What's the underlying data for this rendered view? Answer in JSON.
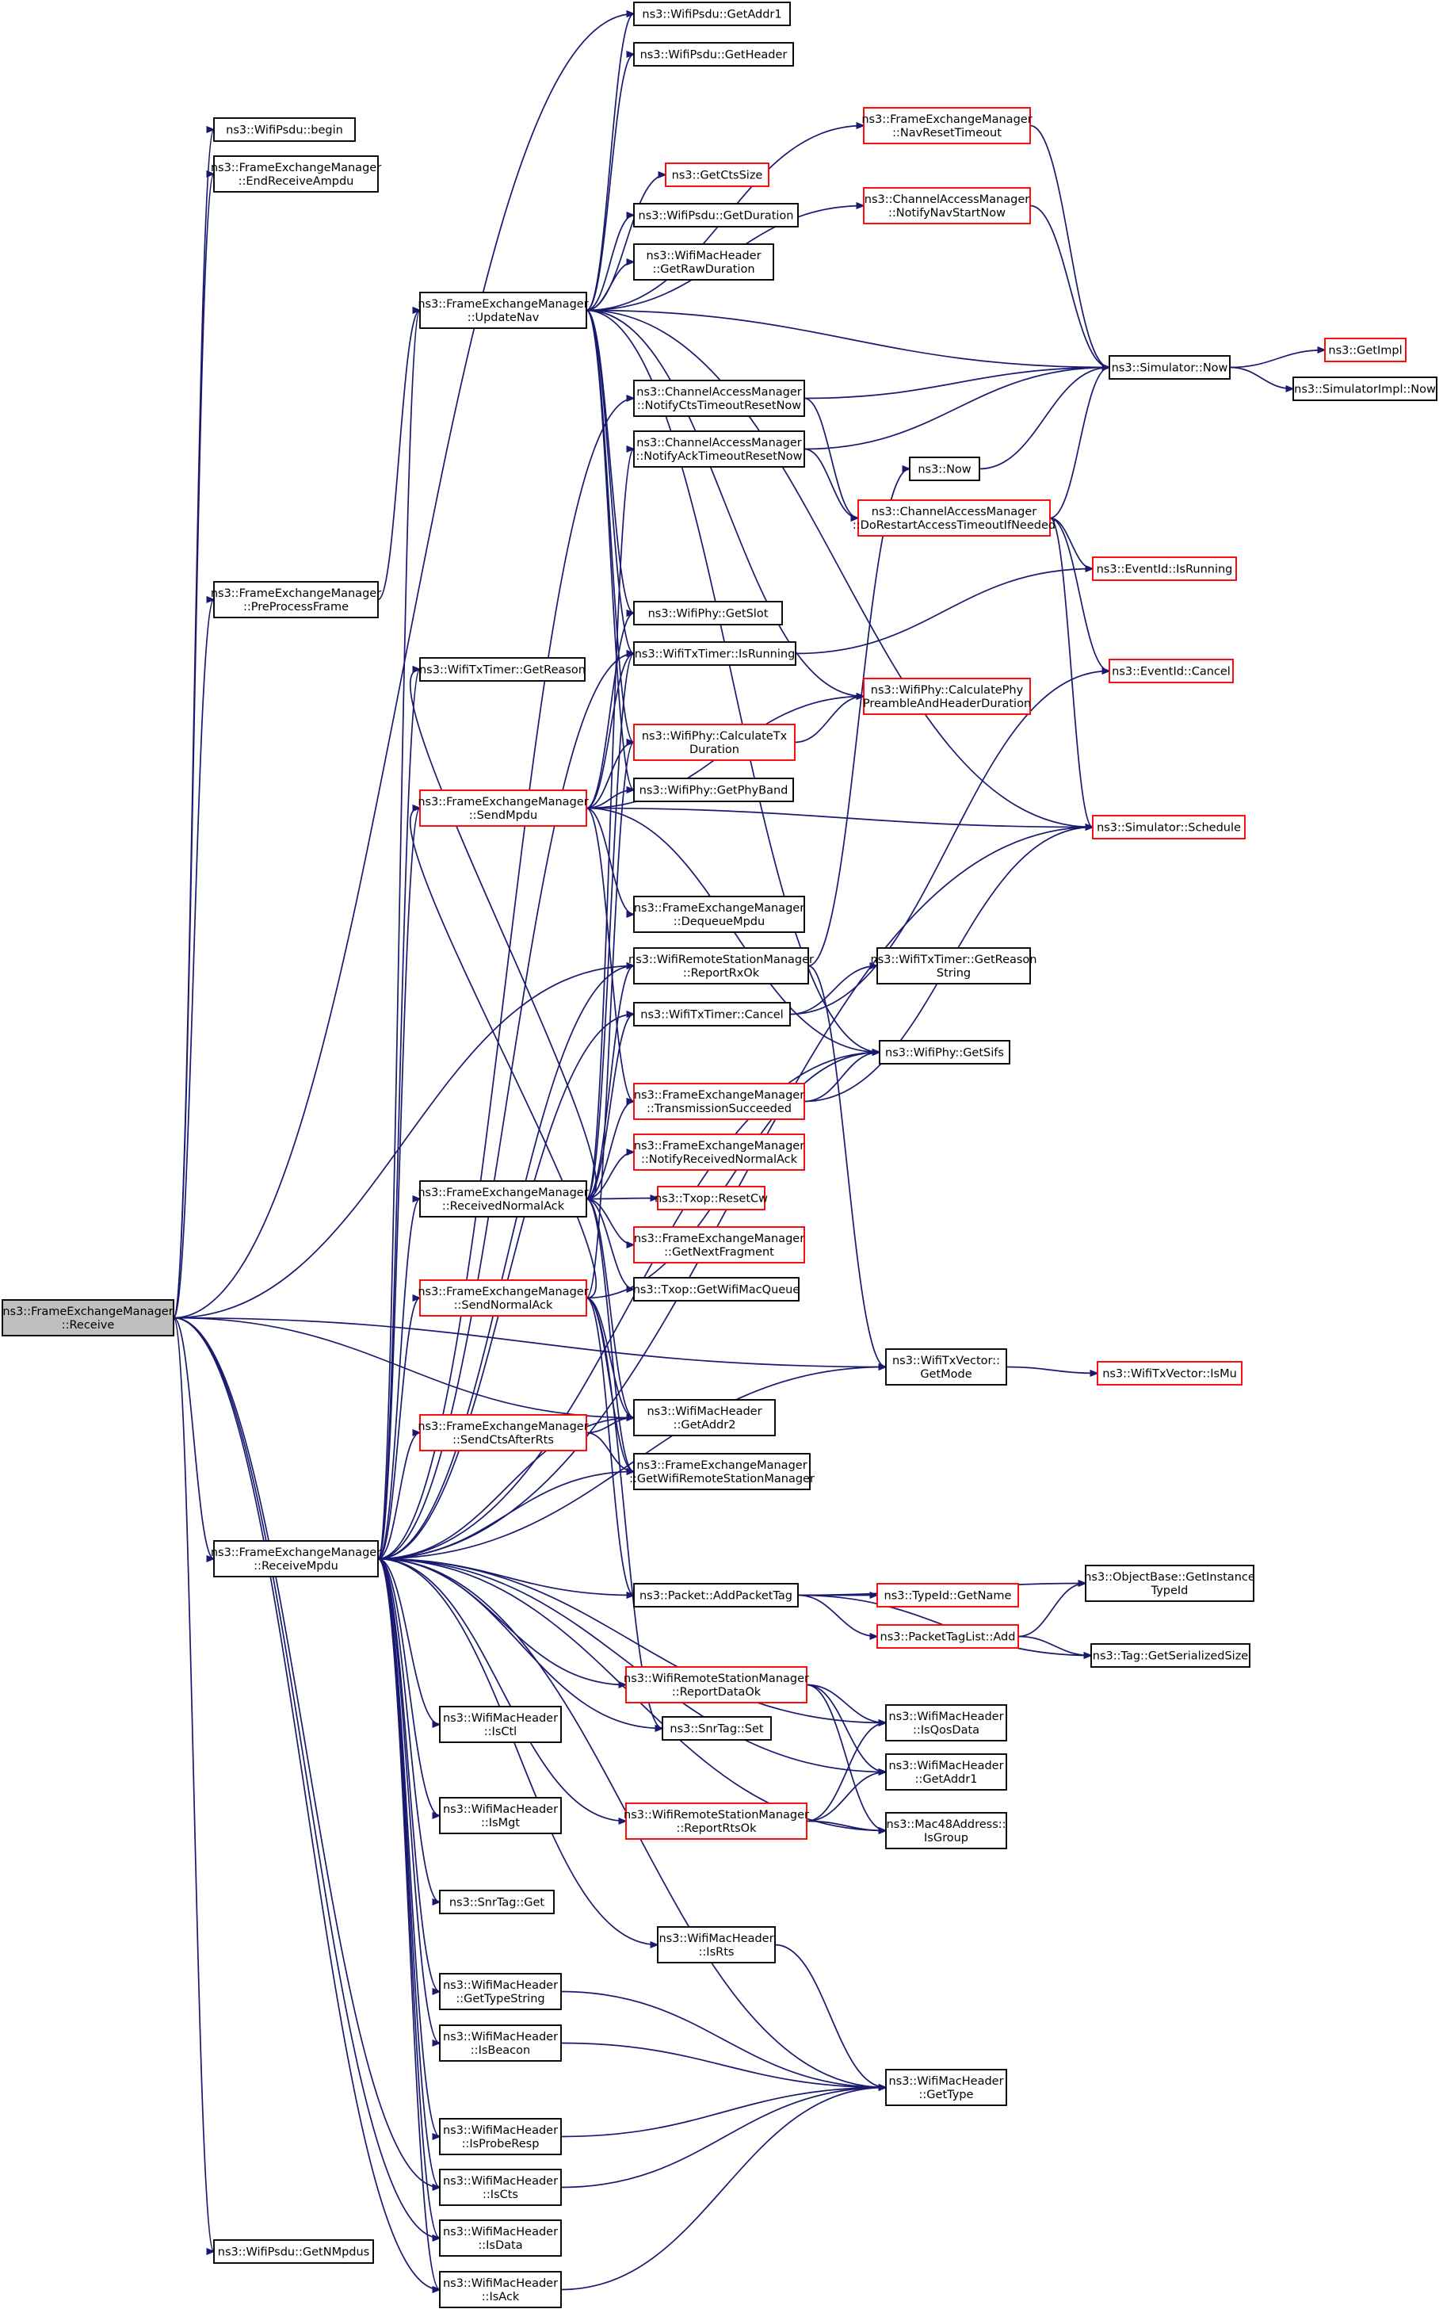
{
  "diagram": {
    "type": "call-graph",
    "root": "n_Receive",
    "colors": {
      "edge": "#191970",
      "box_border": "#000000",
      "truncated_border": "#ff0000",
      "root_fill": "#bfbfbf",
      "box_fill": "#ffffff"
    },
    "nodes": [
      {
        "id": "n_Receive",
        "lines": [
          "ns3::FrameExchangeManager",
          "::Receive"
        ],
        "style": "root"
      },
      {
        "id": "n_PsduGetAddr1",
        "lines": [
          "ns3::WifiPsdu::GetAddr1"
        ],
        "style": "normal"
      },
      {
        "id": "n_PsduGetHeader",
        "lines": [
          "ns3::WifiPsdu::GetHeader"
        ],
        "style": "normal"
      },
      {
        "id": "n_NavReset",
        "lines": [
          "ns3::FrameExchangeManager",
          "::NavResetTimeout"
        ],
        "style": "truncated"
      },
      {
        "id": "n_PsduBegin",
        "lines": [
          "ns3::WifiPsdu::begin"
        ],
        "style": "normal"
      },
      {
        "id": "n_EndRecvAmpdu",
        "lines": [
          "ns3::FrameExchangeManager",
          "::EndReceiveAmpdu"
        ],
        "style": "normal"
      },
      {
        "id": "n_GetCtsSize",
        "lines": [
          "ns3::GetCtsSize"
        ],
        "style": "truncated"
      },
      {
        "id": "n_NotifyNavStart",
        "lines": [
          "ns3::ChannelAccessManager",
          "::NotifyNavStartNow"
        ],
        "style": "truncated"
      },
      {
        "id": "n_PsduGetDuration",
        "lines": [
          "ns3::WifiPsdu::GetDuration"
        ],
        "style": "normal"
      },
      {
        "id": "n_GetRawDuration",
        "lines": [
          "ns3::WifiMacHeader",
          "::GetRawDuration"
        ],
        "style": "normal"
      },
      {
        "id": "n_UpdateNav",
        "lines": [
          "ns3::FrameExchangeManager",
          "::UpdateNav"
        ],
        "style": "normal"
      },
      {
        "id": "n_GetImpl",
        "lines": [
          "ns3::GetImpl"
        ],
        "style": "truncated"
      },
      {
        "id": "n_SimNow",
        "lines": [
          "ns3::Simulator::Now"
        ],
        "style": "normal"
      },
      {
        "id": "n_SimImplNow",
        "lines": [
          "ns3::SimulatorImpl::Now"
        ],
        "style": "normal"
      },
      {
        "id": "n_NotifyCts",
        "lines": [
          "ns3::ChannelAccessManager",
          "::NotifyCtsTimeoutResetNow"
        ],
        "style": "normal"
      },
      {
        "id": "n_NotifyAck",
        "lines": [
          "ns3::ChannelAccessManager",
          "::NotifyAckTimeoutResetNow"
        ],
        "style": "normal"
      },
      {
        "id": "n_Now",
        "lines": [
          "ns3::Now"
        ],
        "style": "normal"
      },
      {
        "id": "n_DoRestart",
        "lines": [
          "ns3::ChannelAccessManager",
          "::DoRestartAccessTimeoutIfNeeded"
        ],
        "style": "truncated"
      },
      {
        "id": "n_PreProcess",
        "lines": [
          "ns3::FrameExchangeManager",
          "::PreProcessFrame"
        ],
        "style": "normal"
      },
      {
        "id": "n_EventIsRunning",
        "lines": [
          "ns3::EventId::IsRunning"
        ],
        "style": "truncated"
      },
      {
        "id": "n_GetSlot",
        "lines": [
          "ns3::WifiPhy::GetSlot"
        ],
        "style": "normal"
      },
      {
        "id": "n_TimerGetReason",
        "lines": [
          "ns3::WifiTxTimer::GetReason"
        ],
        "style": "normal"
      },
      {
        "id": "n_TimerIsRunning",
        "lines": [
          "ns3::WifiTxTimer::IsRunning"
        ],
        "style": "normal"
      },
      {
        "id": "n_EventCancel",
        "lines": [
          "ns3::EventId::Cancel"
        ],
        "style": "truncated"
      },
      {
        "id": "n_CalcPreamble",
        "lines": [
          "ns3::WifiPhy::CalculatePhy",
          "PreambleAndHeaderDuration"
        ],
        "style": "truncated"
      },
      {
        "id": "n_CalcTxDur",
        "lines": [
          "ns3::WifiPhy::CalculateTx",
          "Duration"
        ],
        "style": "truncated"
      },
      {
        "id": "n_SendMpdu",
        "lines": [
          "ns3::FrameExchangeManager",
          "::SendMpdu"
        ],
        "style": "truncated"
      },
      {
        "id": "n_GetPhyBand",
        "lines": [
          "ns3::WifiPhy::GetPhyBand"
        ],
        "style": "normal"
      },
      {
        "id": "n_Schedule",
        "lines": [
          "ns3::Simulator::Schedule"
        ],
        "style": "truncated"
      },
      {
        "id": "n_DequeueMpdu",
        "lines": [
          "ns3::FrameExchangeManager",
          "::DequeueMpdu"
        ],
        "style": "normal"
      },
      {
        "id": "n_ReportRxOk",
        "lines": [
          "ns3::WifiRemoteStationManager",
          "::ReportRxOk"
        ],
        "style": "normal"
      },
      {
        "id": "n_TimerReasonStr",
        "lines": [
          "ns3::WifiTxTimer::GetReason",
          "String"
        ],
        "style": "normal"
      },
      {
        "id": "n_TimerCancel",
        "lines": [
          "ns3::WifiTxTimer::Cancel"
        ],
        "style": "normal"
      },
      {
        "id": "n_GetSifs",
        "lines": [
          "ns3::WifiPhy::GetSifs"
        ],
        "style": "normal"
      },
      {
        "id": "n_TxSucceeded",
        "lines": [
          "ns3::FrameExchangeManager",
          "::TransmissionSucceeded"
        ],
        "style": "truncated"
      },
      {
        "id": "n_NotifyRecvAck",
        "lines": [
          "ns3::FrameExchangeManager",
          "::NotifyReceivedNormalAck"
        ],
        "style": "truncated"
      },
      {
        "id": "n_RecvNormalAck",
        "lines": [
          "ns3::FrameExchangeManager",
          "::ReceivedNormalAck"
        ],
        "style": "normal"
      },
      {
        "id": "n_ResetCw",
        "lines": [
          "ns3::Txop::ResetCw"
        ],
        "style": "truncated"
      },
      {
        "id": "n_GetNextFrag",
        "lines": [
          "ns3::FrameExchangeManager",
          "::GetNextFragment"
        ],
        "style": "truncated"
      },
      {
        "id": "n_GetWifiMacQueue",
        "lines": [
          "ns3::Txop::GetWifiMacQueue"
        ],
        "style": "normal"
      },
      {
        "id": "n_SendNormalAck",
        "lines": [
          "ns3::FrameExchangeManager",
          "::SendNormalAck"
        ],
        "style": "truncated"
      },
      {
        "id": "n_GetMode",
        "lines": [
          "ns3::WifiTxVector::",
          "GetMode"
        ],
        "style": "normal"
      },
      {
        "id": "n_IsMu",
        "lines": [
          "ns3::WifiTxVector::IsMu"
        ],
        "style": "truncated"
      },
      {
        "id": "n_SendCtsAfterRts",
        "lines": [
          "ns3::FrameExchangeManager",
          "::SendCtsAfterRts"
        ],
        "style": "truncated"
      },
      {
        "id": "n_GetAddr2",
        "lines": [
          "ns3::WifiMacHeader",
          "::GetAddr2"
        ],
        "style": "normal"
      },
      {
        "id": "n_GetRsm",
        "lines": [
          "ns3::FrameExchangeManager",
          "::GetWifiRemoteStationManager"
        ],
        "style": "normal"
      },
      {
        "id": "n_ReceiveMpdu",
        "lines": [
          "ns3::FrameExchangeManager",
          "::ReceiveMpdu"
        ],
        "style": "normal"
      },
      {
        "id": "n_ObjGetTid",
        "lines": [
          "ns3::ObjectBase::GetInstance",
          "TypeId"
        ],
        "style": "normal"
      },
      {
        "id": "n_AddPacketTag",
        "lines": [
          "ns3::Packet::AddPacketTag"
        ],
        "style": "normal"
      },
      {
        "id": "n_TypeIdGetName",
        "lines": [
          "ns3::TypeId::GetName"
        ],
        "style": "truncated"
      },
      {
        "id": "n_PtlAdd",
        "lines": [
          "ns3::PacketTagList::Add"
        ],
        "style": "truncated"
      },
      {
        "id": "n_TagGetSerSize",
        "lines": [
          "ns3::Tag::GetSerializedSize"
        ],
        "style": "normal"
      },
      {
        "id": "n_ReportDataOk",
        "lines": [
          "ns3::WifiRemoteStationManager",
          "::ReportDataOk"
        ],
        "style": "truncated"
      },
      {
        "id": "n_IsQosData",
        "lines": [
          "ns3::WifiMacHeader",
          "::IsQosData"
        ],
        "style": "normal"
      },
      {
        "id": "n_IsCtl",
        "lines": [
          "ns3::WifiMacHeader",
          "::IsCtl"
        ],
        "style": "normal"
      },
      {
        "id": "n_SnrTagSet",
        "lines": [
          "ns3::SnrTag::Set"
        ],
        "style": "normal"
      },
      {
        "id": "n_GetAddr1",
        "lines": [
          "ns3::WifiMacHeader",
          "::GetAddr1"
        ],
        "style": "normal"
      },
      {
        "id": "n_IsMgt",
        "lines": [
          "ns3::WifiMacHeader",
          "::IsMgt"
        ],
        "style": "normal"
      },
      {
        "id": "n_ReportRtsOk",
        "lines": [
          "ns3::WifiRemoteStationManager",
          "::ReportRtsOk"
        ],
        "style": "truncated"
      },
      {
        "id": "n_IsGroup",
        "lines": [
          "ns3::Mac48Address::",
          "IsGroup"
        ],
        "style": "normal"
      },
      {
        "id": "n_SnrTagGet",
        "lines": [
          "ns3::SnrTag::Get"
        ],
        "style": "normal"
      },
      {
        "id": "n_IsRts",
        "lines": [
          "ns3::WifiMacHeader",
          "::IsRts"
        ],
        "style": "normal"
      },
      {
        "id": "n_GetTypeString",
        "lines": [
          "ns3::WifiMacHeader",
          "::GetTypeString"
        ],
        "style": "normal"
      },
      {
        "id": "n_IsBeacon",
        "lines": [
          "ns3::WifiMacHeader",
          "::IsBeacon"
        ],
        "style": "normal"
      },
      {
        "id": "n_GetType",
        "lines": [
          "ns3::WifiMacHeader",
          "::GetType"
        ],
        "style": "normal"
      },
      {
        "id": "n_IsProbeResp",
        "lines": [
          "ns3::WifiMacHeader",
          "::IsProbeResp"
        ],
        "style": "normal"
      },
      {
        "id": "n_IsCts",
        "lines": [
          "ns3::WifiMacHeader",
          "::IsCts"
        ],
        "style": "normal"
      },
      {
        "id": "n_IsData",
        "lines": [
          "ns3::WifiMacHeader",
          "::IsData"
        ],
        "style": "normal"
      },
      {
        "id": "n_PsduGetNMpdus",
        "lines": [
          "ns3::WifiPsdu::GetNMpdus"
        ],
        "style": "normal"
      },
      {
        "id": "n_IsAck",
        "lines": [
          "ns3::WifiMacHeader",
          "::IsAck"
        ],
        "style": "normal"
      }
    ],
    "edges": [
      [
        "n_Receive",
        "n_PsduGetAddr1"
      ],
      [
        "n_Receive",
        "n_PsduBegin"
      ],
      [
        "n_Receive",
        "n_EndRecvAmpdu"
      ],
      [
        "n_Receive",
        "n_PreProcess"
      ],
      [
        "n_Receive",
        "n_ReceiveMpdu"
      ],
      [
        "n_Receive",
        "n_PsduGetNMpdus"
      ],
      [
        "n_Receive",
        "n_GetAddr2"
      ],
      [
        "n_Receive",
        "n_GetMode"
      ],
      [
        "n_Receive",
        "n_ReportRxOk"
      ],
      [
        "n_Receive",
        "n_IsCts"
      ],
      [
        "n_Receive",
        "n_IsAck"
      ],
      [
        "n_Receive",
        "n_IsData"
      ],
      [
        "n_PreProcess",
        "n_UpdateNav"
      ],
      [
        "n_UpdateNav",
        "n_PsduGetAddr1"
      ],
      [
        "n_UpdateNav",
        "n_PsduGetHeader"
      ],
      [
        "n_UpdateNav",
        "n_NavReset"
      ],
      [
        "n_UpdateNav",
        "n_GetCtsSize"
      ],
      [
        "n_UpdateNav",
        "n_NotifyNavStart"
      ],
      [
        "n_UpdateNav",
        "n_PsduGetDuration"
      ],
      [
        "n_UpdateNav",
        "n_GetRawDuration"
      ],
      [
        "n_UpdateNav",
        "n_SimNow"
      ],
      [
        "n_UpdateNav",
        "n_Schedule"
      ],
      [
        "n_UpdateNav",
        "n_CalcPreamble"
      ],
      [
        "n_UpdateNav",
        "n_CalcTxDur"
      ],
      [
        "n_UpdateNav",
        "n_GetPhyBand"
      ],
      [
        "n_UpdateNav",
        "n_GetSlot"
      ],
      [
        "n_UpdateNav",
        "n_GetSifs"
      ],
      [
        "n_UpdateNav",
        "n_TimerIsRunning"
      ],
      [
        "n_NavReset",
        "n_SimNow"
      ],
      [
        "n_NotifyNavStart",
        "n_SimNow"
      ],
      [
        "n_SimNow",
        "n_GetImpl"
      ],
      [
        "n_SimNow",
        "n_SimImplNow"
      ],
      [
        "n_NotifyCts",
        "n_SimNow"
      ],
      [
        "n_NotifyCts",
        "n_DoRestart"
      ],
      [
        "n_NotifyAck",
        "n_SimNow"
      ],
      [
        "n_NotifyAck",
        "n_DoRestart"
      ],
      [
        "n_Now",
        "n_SimNow"
      ],
      [
        "n_DoRestart",
        "n_SimNow"
      ],
      [
        "n_DoRestart",
        "n_EventIsRunning"
      ],
      [
        "n_DoRestart",
        "n_EventCancel"
      ],
      [
        "n_DoRestart",
        "n_Schedule"
      ],
      [
        "n_TimerIsRunning",
        "n_EventIsRunning"
      ],
      [
        "n_CalcTxDur",
        "n_CalcPreamble"
      ],
      [
        "n_SendMpdu",
        "n_TimerIsRunning"
      ],
      [
        "n_SendMpdu",
        "n_CalcTxDur"
      ],
      [
        "n_SendMpdu",
        "n_CalcPreamble"
      ],
      [
        "n_SendMpdu",
        "n_GetPhyBand"
      ],
      [
        "n_SendMpdu",
        "n_Schedule"
      ],
      [
        "n_SendMpdu",
        "n_DequeueMpdu"
      ],
      [
        "n_SendMpdu",
        "n_GetSifs"
      ],
      [
        "n_SendMpdu",
        "n_TxSucceeded"
      ],
      [
        "n_SendMpdu",
        "n_GetSlot"
      ],
      [
        "n_ReportRxOk",
        "n_Now"
      ],
      [
        "n_ReportRxOk",
        "n_GetMode"
      ],
      [
        "n_TimerCancel",
        "n_TimerReasonStr"
      ],
      [
        "n_TimerCancel",
        "n_EventCancel"
      ],
      [
        "n_TxSucceeded",
        "n_GetSifs"
      ],
      [
        "n_TxSucceeded",
        "n_Schedule"
      ],
      [
        "n_RecvNormalAck",
        "n_TimerGetReason"
      ],
      [
        "n_RecvNormalAck",
        "n_TimerIsRunning"
      ],
      [
        "n_RecvNormalAck",
        "n_ReportRxOk"
      ],
      [
        "n_RecvNormalAck",
        "n_TimerCancel"
      ],
      [
        "n_RecvNormalAck",
        "n_TxSucceeded"
      ],
      [
        "n_RecvNormalAck",
        "n_NotifyRecvAck"
      ],
      [
        "n_RecvNormalAck",
        "n_ResetCw"
      ],
      [
        "n_RecvNormalAck",
        "n_GetNextFrag"
      ],
      [
        "n_RecvNormalAck",
        "n_GetWifiMacQueue"
      ],
      [
        "n_RecvNormalAck",
        "n_GetAddr2"
      ],
      [
        "n_RecvNormalAck",
        "n_GetRsm"
      ],
      [
        "n_RecvNormalAck",
        "n_NotifyAck"
      ],
      [
        "n_SendNormalAck",
        "n_CalcTxDur"
      ],
      [
        "n_SendNormalAck",
        "n_GetSifs"
      ],
      [
        "n_SendNormalAck",
        "n_GetAddr2"
      ],
      [
        "n_SendNormalAck",
        "n_GetRsm"
      ],
      [
        "n_SendNormalAck",
        "n_AddPacketTag"
      ],
      [
        "n_SendNormalAck",
        "n_SendMpdu"
      ],
      [
        "n_SendNormalAck",
        "n_SnrTagSet"
      ],
      [
        "n_GetMode",
        "n_IsMu"
      ],
      [
        "n_SendCtsAfterRts",
        "n_GetAddr2"
      ],
      [
        "n_SendCtsAfterRts",
        "n_GetRsm"
      ],
      [
        "n_ReceiveMpdu",
        "n_UpdateNav"
      ],
      [
        "n_ReceiveMpdu",
        "n_NotifyCts"
      ],
      [
        "n_ReceiveMpdu",
        "n_TimerGetReason"
      ],
      [
        "n_ReceiveMpdu",
        "n_TimerIsRunning"
      ],
      [
        "n_ReceiveMpdu",
        "n_ReportRxOk"
      ],
      [
        "n_ReceiveMpdu",
        "n_TimerCancel"
      ],
      [
        "n_ReceiveMpdu",
        "n_GetSifs"
      ],
      [
        "n_ReceiveMpdu",
        "n_SendMpdu"
      ],
      [
        "n_ReceiveMpdu",
        "n_RecvNormalAck"
      ],
      [
        "n_ReceiveMpdu",
        "n_SendNormalAck"
      ],
      [
        "n_ReceiveMpdu",
        "n_SendCtsAfterRts"
      ],
      [
        "n_ReceiveMpdu",
        "n_GetAddr2"
      ],
      [
        "n_ReceiveMpdu",
        "n_GetRsm"
      ],
      [
        "n_ReceiveMpdu",
        "n_GetMode"
      ],
      [
        "n_ReceiveMpdu",
        "n_AddPacketTag"
      ],
      [
        "n_ReceiveMpdu",
        "n_ReportDataOk"
      ],
      [
        "n_ReceiveMpdu",
        "n_IsQosData"
      ],
      [
        "n_ReceiveMpdu",
        "n_IsCtl"
      ],
      [
        "n_ReceiveMpdu",
        "n_SnrTagSet"
      ],
      [
        "n_ReceiveMpdu",
        "n_GetAddr1"
      ],
      [
        "n_ReceiveMpdu",
        "n_IsMgt"
      ],
      [
        "n_ReceiveMpdu",
        "n_ReportRtsOk"
      ],
      [
        "n_ReceiveMpdu",
        "n_SnrTagGet"
      ],
      [
        "n_ReceiveMpdu",
        "n_IsRts"
      ],
      [
        "n_ReceiveMpdu",
        "n_GetTypeString"
      ],
      [
        "n_ReceiveMpdu",
        "n_IsBeacon"
      ],
      [
        "n_ReceiveMpdu",
        "n_IsProbeResp"
      ],
      [
        "n_ReceiveMpdu",
        "n_IsCts"
      ],
      [
        "n_ReceiveMpdu",
        "n_IsData"
      ],
      [
        "n_ReceiveMpdu",
        "n_IsAck"
      ],
      [
        "n_ReceiveMpdu",
        "n_GetType"
      ],
      [
        "n_ReceiveMpdu",
        "n_IsGroup"
      ],
      [
        "n_ReceiveMpdu",
        "n_Schedule"
      ],
      [
        "n_AddPacketTag",
        "n_ObjGetTid"
      ],
      [
        "n_AddPacketTag",
        "n_TypeIdGetName"
      ],
      [
        "n_AddPacketTag",
        "n_PtlAdd"
      ],
      [
        "n_AddPacketTag",
        "n_TagGetSerSize"
      ],
      [
        "n_PtlAdd",
        "n_ObjGetTid"
      ],
      [
        "n_PtlAdd",
        "n_TagGetSerSize"
      ],
      [
        "n_ReportDataOk",
        "n_IsQosData"
      ],
      [
        "n_ReportDataOk",
        "n_GetAddr1"
      ],
      [
        "n_ReportDataOk",
        "n_IsGroup"
      ],
      [
        "n_ReportRtsOk",
        "n_IsQosData"
      ],
      [
        "n_ReportRtsOk",
        "n_GetAddr1"
      ],
      [
        "n_ReportRtsOk",
        "n_IsGroup"
      ],
      [
        "n_IsRts",
        "n_GetType"
      ],
      [
        "n_GetTypeString",
        "n_GetType"
      ],
      [
        "n_IsBeacon",
        "n_GetType"
      ],
      [
        "n_IsProbeResp",
        "n_GetType"
      ],
      [
        "n_IsCts",
        "n_GetType"
      ],
      [
        "n_IsAck",
        "n_GetType"
      ]
    ]
  }
}
